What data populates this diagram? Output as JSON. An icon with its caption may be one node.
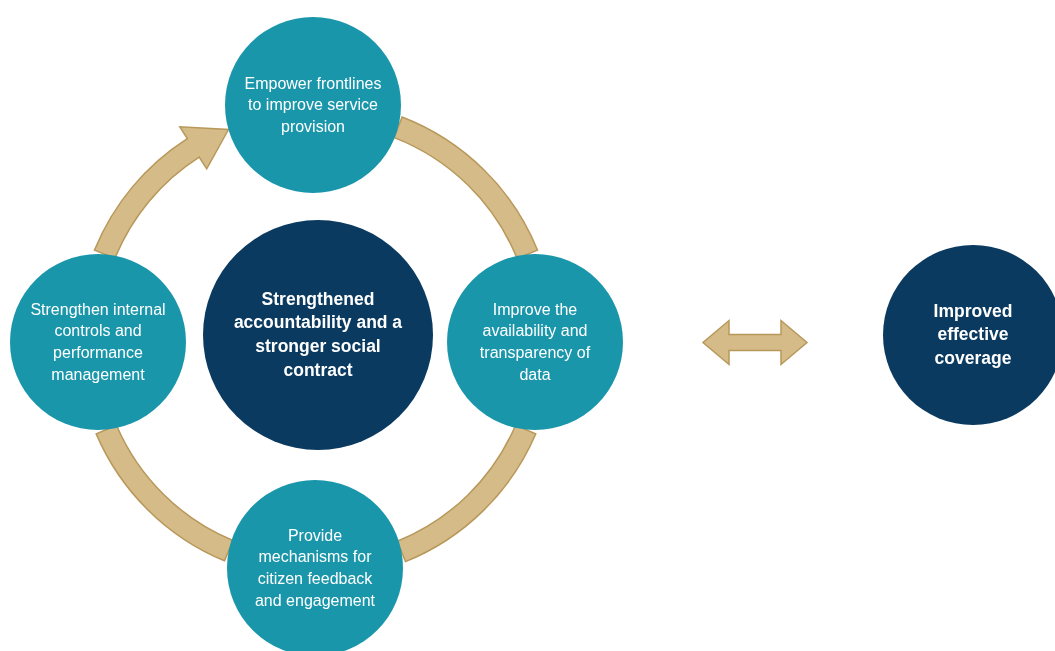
{
  "diagram": {
    "nodes": [
      {
        "text": [
          "Empower frontlines to improve service provision"
        ]
      },
      {
        "text": [
          "Strengthen internal controls and performance management"
        ]
      },
      {
        "text": [
          "Strengthened accountability and a stronger social contract"
        ]
      },
      {
        "text": [
          "Improve the availability and transparency of data"
        ]
      },
      {
        "text": [
          "Provide mechanisms for citizen feedback and engagement"
        ]
      },
      {
        "text": [
          "Improved effective coverage"
        ]
      }
    ],
    "edges": [
      {
        "from": 0,
        "to": 3,
        "arrow": "none"
      },
      {
        "from": 3,
        "to": 4,
        "arrow": "none"
      },
      {
        "from": 4,
        "to": 1,
        "arrow": "none"
      },
      {
        "from": 1,
        "to": 0,
        "arrow": "to"
      },
      {
        "from": 3,
        "to": 5,
        "arrow": "both"
      }
    ]
  }
}
